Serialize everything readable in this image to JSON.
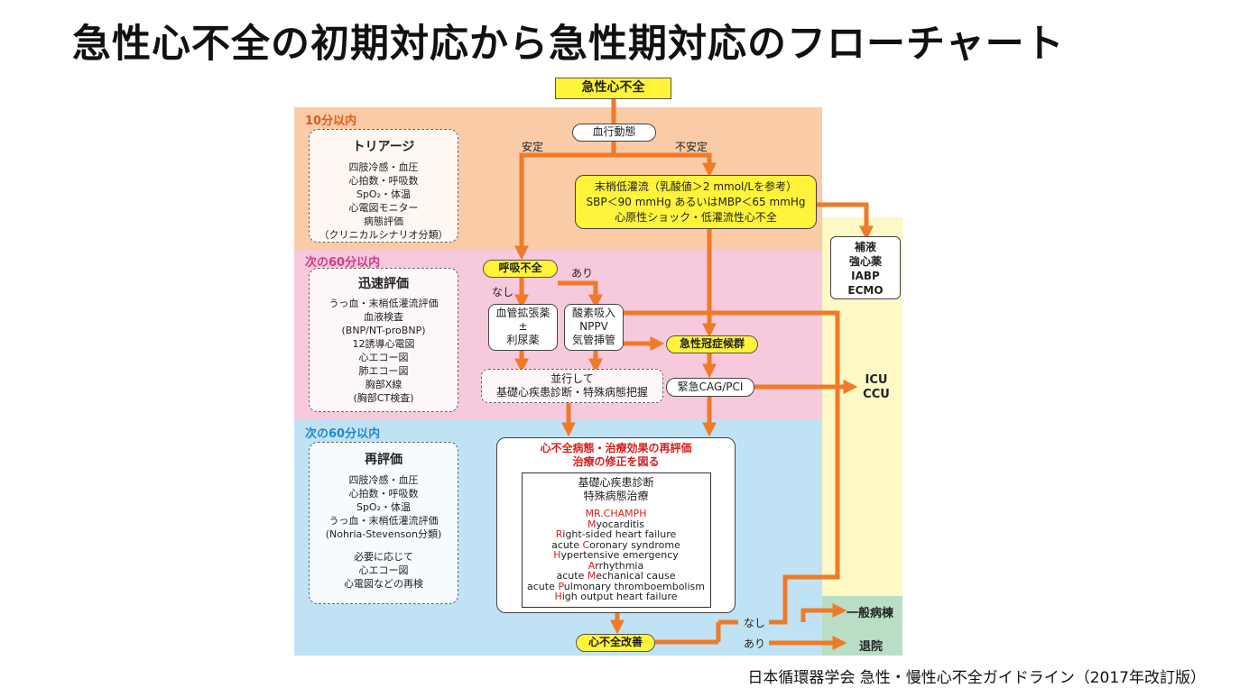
{
  "title": "急性心不全の初期対応から急性期対応のフローチャート",
  "citation": "日本循環器学会 急性・慢性心不全ガイドライン（2017年改訂版）",
  "bands": {
    "b10": "10分以内",
    "b60a": "次の60分以内",
    "b60b": "次の60分以内"
  },
  "triage": {
    "head": "トリアージ",
    "lines": [
      "四肢冷感・血圧",
      "心拍数・呼吸数",
      "SpO₂・体温",
      "心電図モニター",
      "病態評価",
      "（クリニカルシナリオ分類）"
    ]
  },
  "rapid": {
    "head": "迅速評価",
    "lines": [
      "うっ血・末梢低灌流評価",
      "血液検査",
      "(BNP/NT-proBNP)",
      "12誘導心電図",
      "心エコー図",
      "肺エコー図",
      "胸部X線",
      "(胸部CT検査)"
    ]
  },
  "reeval": {
    "head": "再評価",
    "lines": [
      "四肢冷感・血圧",
      "心拍数・呼吸数",
      "SpO₂・体温",
      "うっ血・末梢低灌流評価",
      "(Nohria-Stevenson分類)",
      "",
      "必要に応じて",
      "心エコー図",
      "心電図などの再検"
    ]
  },
  "flow": {
    "start": "急性心不全",
    "hemo": "血行動態",
    "stable": "安定",
    "unstable": "不安定",
    "shock": [
      "末梢低灌流（乳酸値＞2 mmol/Lを参考）",
      "SBP＜90 mmHg あるいはMBP＜65 mmHg",
      "心原性ショック・低灌流性心不全"
    ],
    "support": [
      "補液",
      "強心薬",
      "IABP",
      "ECMO"
    ],
    "resp": "呼吸不全",
    "resp_yes": "あり",
    "resp_no": "なし",
    "vaso": [
      "血管拡張薬",
      "±",
      "利尿薬"
    ],
    "oxy": [
      "酸素吸入",
      "NPPV",
      "気管挿管"
    ],
    "acs": "急性冠症候群",
    "parallel": [
      "並行して",
      "基礎心疾患診断・特殊病態把握"
    ],
    "cag": "緊急CAG/PCI",
    "icu": [
      "ICU",
      "CCU"
    ],
    "reeval_red": [
      "心不全病態・治療効果の再評価",
      "治療の修正を図る"
    ],
    "basic": [
      "基礎心疾患診断",
      "特殊病態治療"
    ],
    "champh_title": "MR.CHAMPH",
    "champh": [
      {
        "pre": "",
        "red": "M",
        "rest": "yocarditis"
      },
      {
        "pre": "",
        "red": "R",
        "rest": "ight-sided heart failure"
      },
      {
        "pre": "acute ",
        "red": "C",
        "rest": "oronary syndrome"
      },
      {
        "pre": "",
        "red": "H",
        "rest": "ypertensive emergency"
      },
      {
        "pre": "",
        "red": "A",
        "rest": "rrhythmia"
      },
      {
        "pre": "acute ",
        "red": "M",
        "rest": "echanical cause"
      },
      {
        "pre": "acute ",
        "red": "P",
        "rest": "ulmonary thromboembolism"
      },
      {
        "pre": "",
        "red": "H",
        "rest": "igh output heart failure"
      }
    ],
    "improve": "心不全改善",
    "improve_no": "なし",
    "improve_yes": "あり",
    "ward": "一般病棟",
    "discharge": "退院"
  },
  "colors": {
    "band10": "#f9cba6",
    "band60a": "#f6c9dc",
    "band60b": "#bfe3f5",
    "icu": "#fdf8c6",
    "ward": "#b9dec5",
    "arrow": "#f07a28",
    "red": "#d62020",
    "yellow": "#fff43a"
  }
}
